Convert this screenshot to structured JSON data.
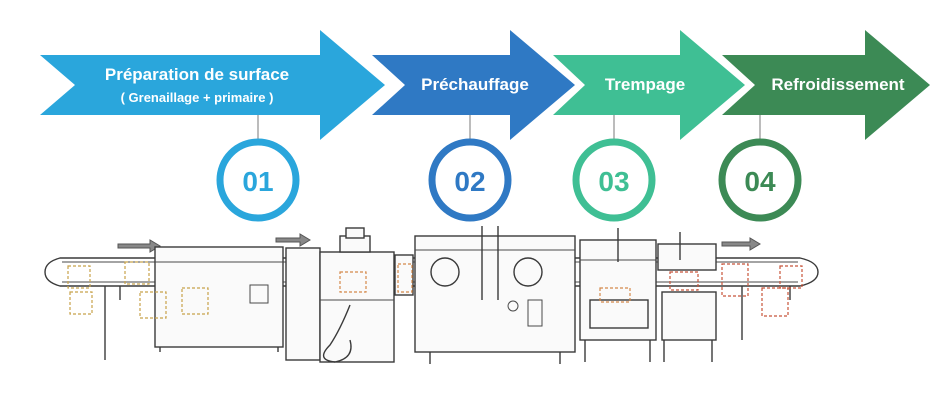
{
  "steps": [
    {
      "id": "01",
      "title": "Préparation de surface",
      "subtitle": "( Grenaillage + primaire )",
      "color": "#2aa6dc"
    },
    {
      "id": "02",
      "title": "Préchauffage",
      "subtitle": "",
      "color": "#2f79c4"
    },
    {
      "id": "03",
      "title": "Trempage",
      "subtitle": "",
      "color": "#3fbf94"
    },
    {
      "id": "04",
      "title": "Refroidissement",
      "subtitle": "",
      "color": "#3c8a55"
    }
  ],
  "colors": {
    "conveyor": "#333333",
    "basket": "#c8a24a",
    "basket_orange": "#d4894a",
    "basket_red": "#c8553a",
    "dip_liquid": "#f2a9c8"
  }
}
